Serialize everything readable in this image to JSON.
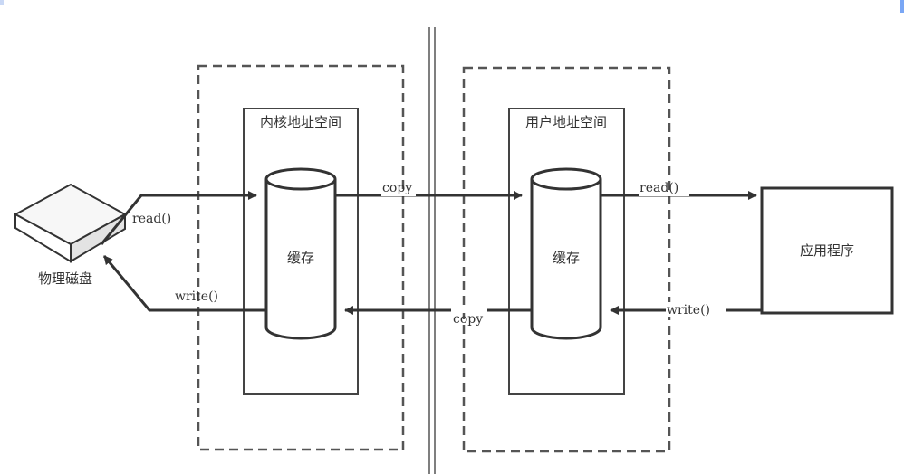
{
  "diagram": {
    "title": "",
    "divider": "kernel-user-boundary",
    "disk": {
      "label": "物理磁盘"
    },
    "kernel_space": {
      "label": "内核地址空间",
      "buffer_label": "缓存"
    },
    "user_space": {
      "label": "用户地址空间",
      "buffer_label": "缓存"
    },
    "application": {
      "label": "应用程序"
    },
    "edges": [
      {
        "id": "disk-to-kernel",
        "from": "物理磁盘",
        "to": "内核缓存",
        "label": "read()"
      },
      {
        "id": "kernel-to-user",
        "from": "内核缓存",
        "to": "用户缓存",
        "label": "copy"
      },
      {
        "id": "user-to-app",
        "from": "用户缓存",
        "to": "应用程序",
        "label": "read()"
      },
      {
        "id": "app-to-user",
        "from": "应用程序",
        "to": "用户缓存",
        "label": "write()"
      },
      {
        "id": "user-to-kernel",
        "from": "用户缓存",
        "to": "内核缓存",
        "label": "copy"
      },
      {
        "id": "kernel-to-disk",
        "from": "内核缓存",
        "to": "物理磁盘",
        "label": "write()"
      }
    ]
  },
  "colors": {
    "stroke": "#333333",
    "dashed": "#555555",
    "accent": "#7aa7f5"
  }
}
